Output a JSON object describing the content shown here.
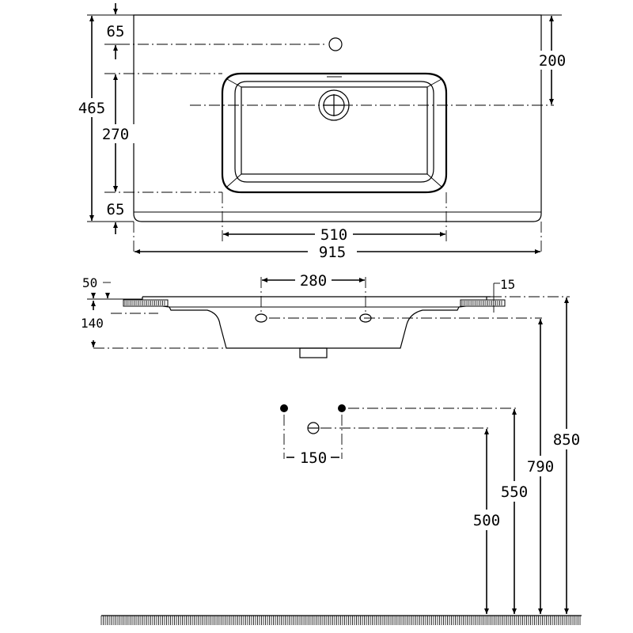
{
  "top_view": {
    "width": "915",
    "bowl_width": "510",
    "depth": "465",
    "bowl_depth": "270",
    "front_margin": "65",
    "back_margin": "65",
    "drain_offset": "200"
  },
  "side_view": {
    "rim_thickness": "50",
    "basin_height": "140",
    "tap_hole_spacing": "280",
    "overhang": "15"
  },
  "installation": {
    "valve_spacing": "150",
    "trap_height": "500",
    "valve_height": "550",
    "basin_bottom_height": "790",
    "rim_height": "850"
  },
  "colors": {
    "line": "#000000",
    "background": "#ffffff"
  }
}
